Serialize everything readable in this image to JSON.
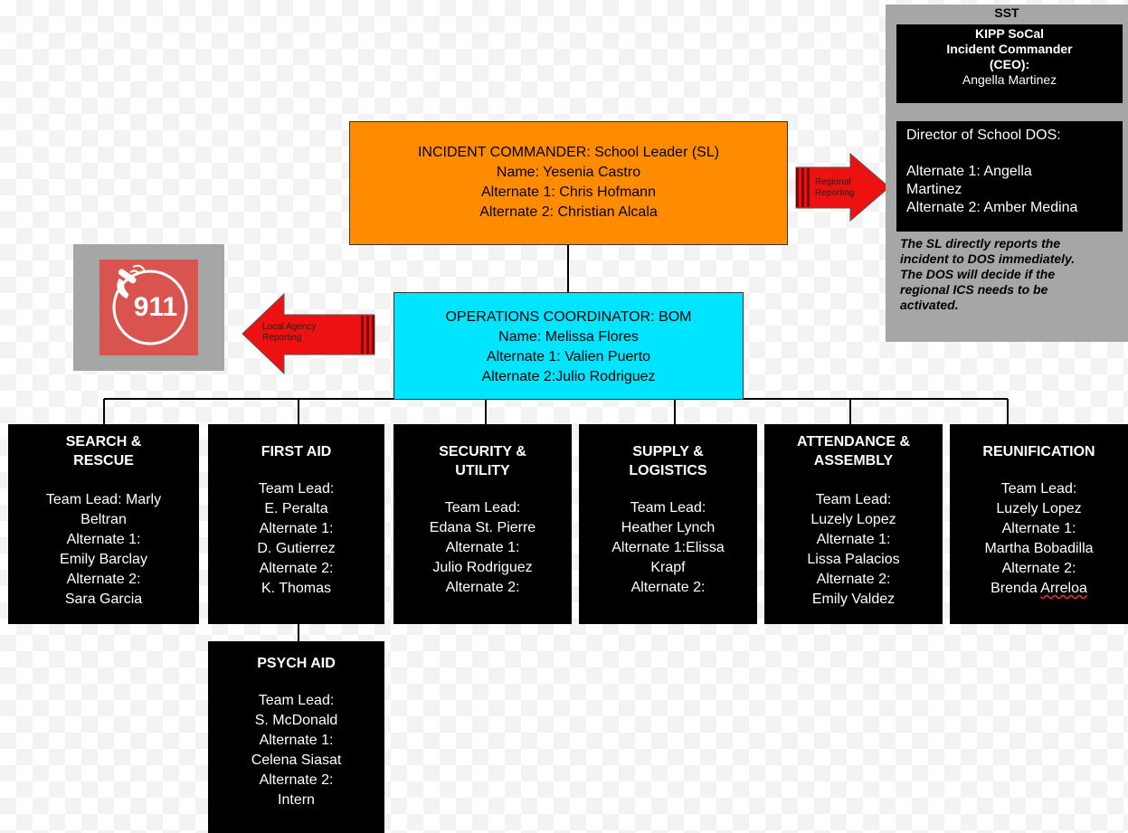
{
  "sst": {
    "label": "SST",
    "commander_line1": "KIPP SoCal",
    "commander_line2": "Incident Commander",
    "commander_line3": "(CEO):",
    "commander_name": "Angella Martinez",
    "dos_title": "Director of School DOS:",
    "dos_alt1_line1": "Alternate 1: Angella",
    "dos_alt1_line2": "Martinez",
    "dos_alt2": "Alternate 2: Amber Medina",
    "note_line1": "The SL directly reports the",
    "note_line2": "incident to DOS immediately.",
    "note_line3": "The DOS will decide if the",
    "note_line4": "regional ICS needs to be",
    "note_line5": "activated."
  },
  "incident_commander": {
    "title": "INCIDENT COMMANDER: School Leader (SL)",
    "name": "Name: Yesenia Castro",
    "alt1": "Alternate 1: Chris Hofmann",
    "alt2": "Alternate 2: Christian Alcala"
  },
  "operations": {
    "title": "OPERATIONS COORDINATOR: BOM",
    "name": "Name: Melissa Flores",
    "alt1": "Alternate 1: Valien Puerto",
    "alt2": "Alternate 2:Julio Rodriguez"
  },
  "arrows": {
    "regional_line1": "Regional",
    "regional_line2": "Reporting",
    "local_line1": "Local Agency",
    "local_line2": "Reporting"
  },
  "emergency": {
    "number": "911",
    "icon": "phone-icon",
    "color": "#d9534f"
  },
  "teams": {
    "search_rescue": {
      "name1": "SEARCH &",
      "name2": "RESCUE",
      "l1": "Team Lead: Marly",
      "l2": "Beltran",
      "l3": "Alternate 1:",
      "l4": "Emily Barclay",
      "l5": "Alternate 2:",
      "l6": "Sara Garcia"
    },
    "first_aid": {
      "name1": "FIRST AID",
      "l1": "Team Lead:",
      "l2": "E. Peralta",
      "l3": "Alternate 1:",
      "l4": "D. Gutierrez",
      "l5": "Alternate 2:",
      "l6": "K. Thomas"
    },
    "security": {
      "name1": "SECURITY &",
      "name2": "UTILITY",
      "l1": "Team Lead:",
      "l2": "Edana St. Pierre",
      "l3": "Alternate 1:",
      "l4": "Julio Rodriguez",
      "l5": "Alternate 2:"
    },
    "supply": {
      "name1": "SUPPLY &",
      "name2": "LOGISTICS",
      "l1": "Team Lead:",
      "l2": "Heather Lynch",
      "l3": "Alternate 1:Elissa",
      "l4": "Krapf",
      "l5": "Alternate 2:"
    },
    "attendance": {
      "name1": "ATTENDANCE &",
      "name2": "ASSEMBLY",
      "l1": "Team Lead:",
      "l2": "Luzely Lopez",
      "l3": "Alternate 1:",
      "l4": "Lissa Palacios",
      "l5": "Alternate 2:",
      "l6": "Emily Valdez"
    },
    "reunification": {
      "name1": "REUNIFICATION",
      "l1": "Team Lead:",
      "l2": "Luzely Lopez",
      "l3": "Alternate 1:",
      "l4": "Martha Bobadilla",
      "l5": "Alternate 2:",
      "l6a": "Brenda ",
      "l6b": "Arreloa"
    },
    "psych_aid": {
      "name1": "PSYCH AID",
      "l1": "Team Lead:",
      "l2": "S. McDonald",
      "l3": "Alternate 1:",
      "l4": "Celena Siasat",
      "l5": "Alternate 2:",
      "l6": "Intern"
    }
  }
}
